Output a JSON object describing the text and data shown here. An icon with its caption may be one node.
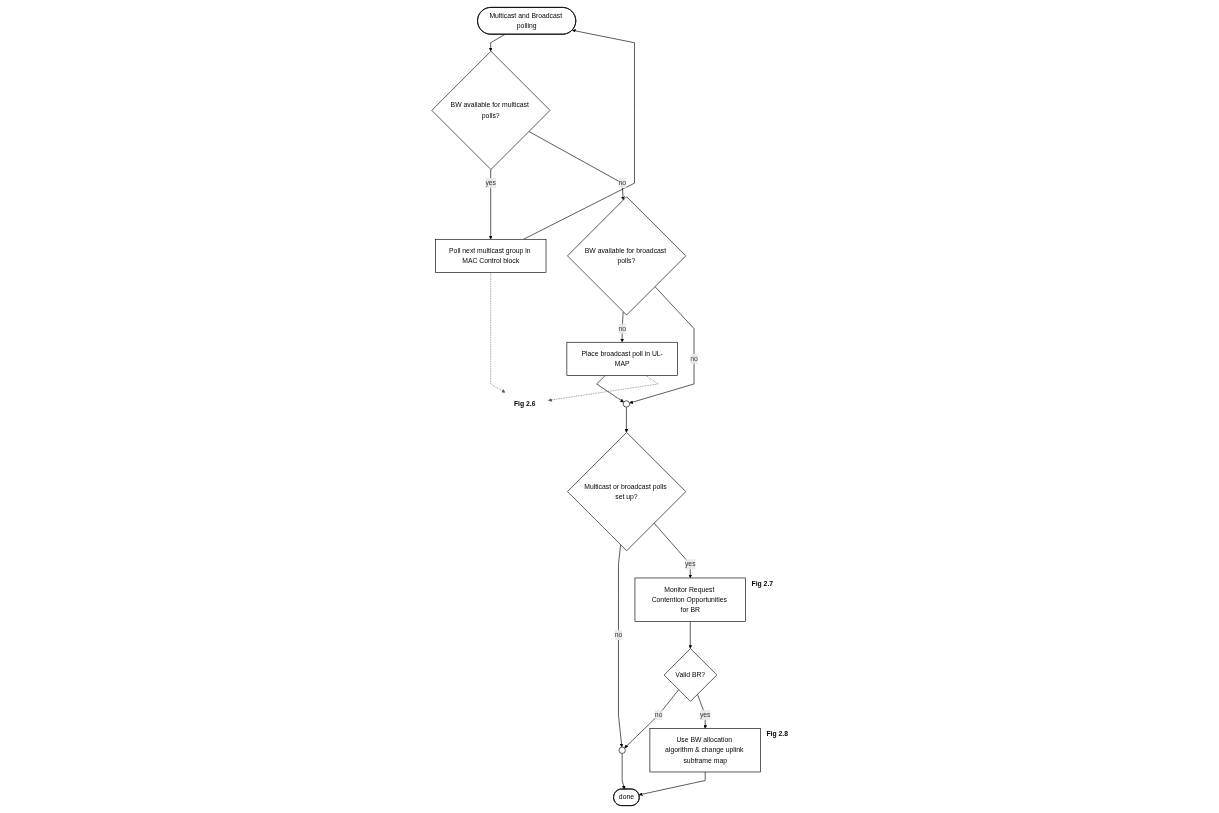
{
  "diagram": {
    "nodes": [
      {
        "text": [
          "Multicast and Broadcast polling"
        ]
      },
      {
        "text": [
          "BW available for multicast polls?"
        ]
      },
      {
        "text": [
          "Poll next multicast group in MAC Control block"
        ]
      },
      {
        "text": [
          "BW available for broadcast polls?"
        ]
      },
      {
        "text": [
          "Fig 2.6"
        ]
      },
      {
        "text": [
          "Place broadcast poll in UL-MAP"
        ]
      },
      {
        "text": [],
        "shape": "circle"
      },
      {
        "text": [
          "Multicast or broadcast polls set up?"
        ]
      },
      {
        "text": [
          "Monitor Request Contention Opportunities for BR"
        ],
        "beside": [
          "Fig 2.7"
        ]
      },
      {
        "text": [
          "Valid BR?"
        ]
      },
      {
        "text": [],
        "shape": "circle"
      },
      {
        "text": [
          "Use BW allocation algorithm & change uplink subframe map"
        ],
        "beside": [
          "Fig 2.8"
        ]
      },
      {
        "text": [
          "done"
        ]
      }
    ],
    "edges": [
      {
        "from": 0,
        "to": 1,
        "arrow": "to"
      },
      {
        "from": 1,
        "to": 2,
        "label": "yes",
        "arrow": "to"
      },
      {
        "from": 2,
        "to": 0,
        "arrow": "to"
      },
      {
        "from": 1,
        "to": 3,
        "label": "no",
        "arrow": "to"
      },
      {
        "from": 3,
        "to": 5,
        "label": "no",
        "arrow": "to"
      },
      {
        "from": 3,
        "to": 6,
        "label": "no",
        "arrow": "to"
      },
      {
        "from": 5,
        "to": 6,
        "arrow": "to"
      },
      {
        "from": 2,
        "to": 4,
        "arrow": "to",
        "style": "dashed",
        "color": "#555555"
      },
      {
        "from": 5,
        "to": 4,
        "arrow": "to",
        "style": "dashed",
        "color": "#555555"
      },
      {
        "from": 6,
        "to": 7,
        "arrow": "to"
      },
      {
        "from": 7,
        "to": 10,
        "label": "no",
        "arrow": "to"
      },
      {
        "from": 7,
        "to": 8,
        "label": "yes",
        "arrow": "to"
      },
      {
        "from": 8,
        "to": 9,
        "arrow": "to"
      },
      {
        "from": 9,
        "to": 10,
        "label": "no",
        "arrow": "to"
      },
      {
        "from": 9,
        "to": 11,
        "label": "yes",
        "arrow": "to"
      },
      {
        "from": 11,
        "to": 12,
        "arrow": "to"
      },
      {
        "from": 10,
        "to": 12,
        "arrow": "to"
      }
    ]
  }
}
